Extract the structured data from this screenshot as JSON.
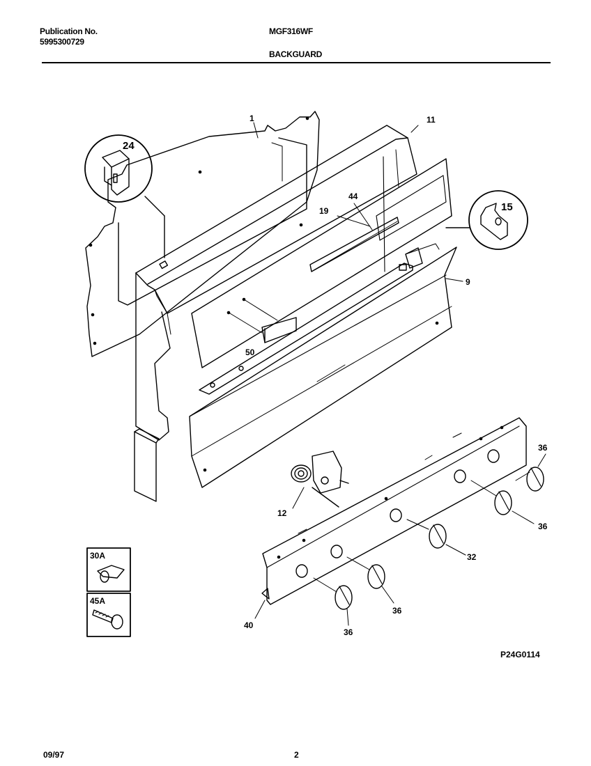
{
  "header": {
    "publication_label": "Publication No.",
    "publication_number": "5995300729",
    "model": "MGF316WF",
    "section": "BACKGUARD"
  },
  "callouts": {
    "c1": "1",
    "c11": "11",
    "c24": "24",
    "c44": "44",
    "c19": "19",
    "c15": "15",
    "c9": "9",
    "c50": "50",
    "c36a": "36",
    "c36b": "36",
    "c36c": "36",
    "c36d": "36",
    "c32": "32",
    "c12": "12",
    "c40": "40",
    "c30a": "30A",
    "c45a": "45A"
  },
  "figure_code": "P24G0114",
  "footer": {
    "date": "09/97",
    "page": "2"
  }
}
